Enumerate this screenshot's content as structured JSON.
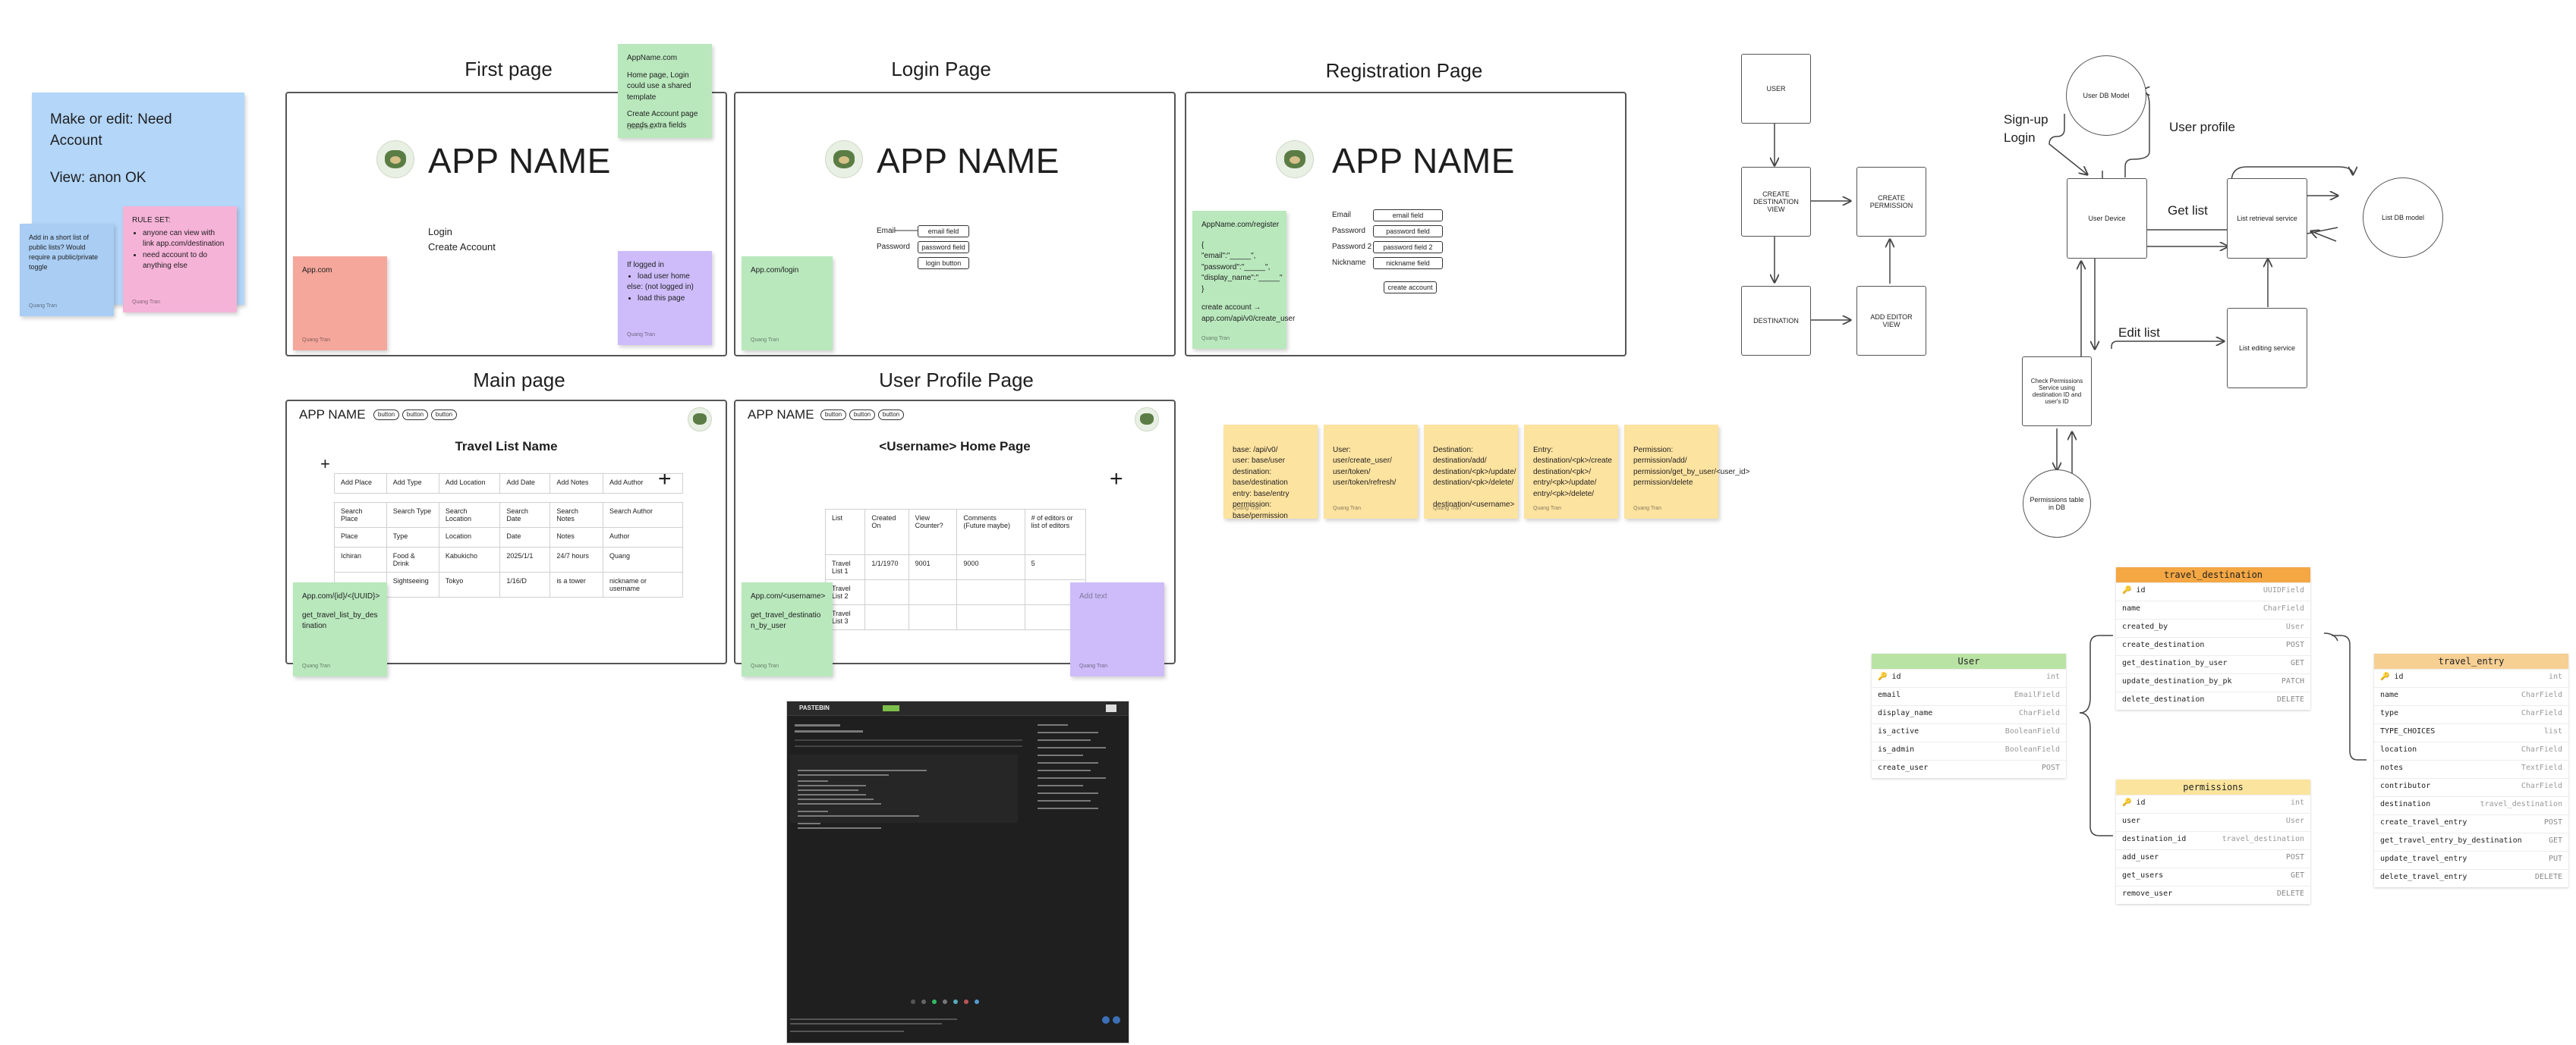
{
  "stickies": {
    "top_left_big": {
      "line1": "Make or edit: Need Account",
      "line2": "View: anon OK"
    },
    "blue_small": {
      "text": "Add in a short list of public lists? Would require a public/private toggle",
      "author": "Quang Tran"
    },
    "pink_rules": {
      "title": "RULE SET:",
      "items": [
        "anyone can view with link app.com/destination",
        "need account to do anything else"
      ],
      "author": "Quang Tran"
    },
    "first_green": {
      "line1": "AppName.com",
      "line2": "Home page, Login could use a shared template",
      "line3": "Create Account page needs extra fields",
      "author": "Quang Tran"
    },
    "first_salmon": {
      "text": "App.com",
      "author": "Quang Tran"
    },
    "first_purple": {
      "title": "If logged in",
      "items": [
        "load user home"
      ],
      "else": "else: (not logged in)",
      "items2": [
        "load this page"
      ],
      "author": "Quang Tran"
    },
    "login_green": {
      "text": "App.com/login",
      "author": "Quang Tran"
    },
    "register_green": {
      "line1": "AppName.com/register",
      "line2": "{",
      "line3": "\"email\":\"_____\",",
      "line4": "\"password\":\"_____\",",
      "line5": "\"display_name\":\"_____\"",
      "line6": "}",
      "line7": "create account → app.com/api/v0/create_user",
      "author": "Quang Tran"
    },
    "main_green": {
      "line1": "App.com/{id}/<{UUID}>",
      "line2": "get_travel_list_by_destination",
      "author": "Quang Tran"
    },
    "profile_green": {
      "line1": "App.com/<username>",
      "line2": "get_travel_destination_by_user",
      "author": "Quang Tran"
    },
    "profile_purple": {
      "text": "Add text",
      "author": "Quang Tran"
    },
    "api": [
      {
        "text": "base: /api/v0/\nuser: base/user\ndestination: base/destination\nentry: base/entry\npermission: base/permission",
        "author": "Quang Tran"
      },
      {
        "text": "User:\nuser/create_user/\nuser/token/\nuser/token/refresh/",
        "author": "Quang Tran"
      },
      {
        "text": "Destination:\ndestination/add/\ndestination/<pk>/update/\ndestination/<pk>/delete/\n\ndestination/<username>",
        "author": "Quang Tran"
      },
      {
        "text": "Entry:\ndestination/<pk>/create\ndestination/<pk>/\nentry/<pk>/update/\nentry/<pk>/delete/",
        "author": "Quang Tran"
      },
      {
        "text": "Permission:\npermission/add/\npermission/get_by_user/<user_id>\npermission/delete",
        "author": "Quang Tran"
      }
    ]
  },
  "frames": {
    "first": {
      "title": "First page",
      "app_name": "APP NAME",
      "login": "Login",
      "create_account": "Create Account"
    },
    "login": {
      "title": "Login Page",
      "app_name": "APP NAME",
      "email_label": "Email",
      "password_label": "Password",
      "email_field": "email field",
      "password_field": "password field",
      "button": "login button"
    },
    "register": {
      "title": "Registration Page",
      "app_name": "APP NAME",
      "labels": [
        "Email",
        "Password",
        "Password 2",
        "Nickname"
      ],
      "fields": [
        "email field",
        "password field",
        "password field 2",
        "nickname field"
      ],
      "button": "create account"
    },
    "main": {
      "title": "Main page",
      "app_name": "APP NAME",
      "pills": [
        "button",
        "button",
        "button"
      ],
      "heading": "Travel List Name",
      "rows": [
        [
          "Add Place",
          "Add Type",
          "Add Location",
          "Add Date",
          "Add Notes",
          "Add Author"
        ],
        [
          "Search Place",
          "Search Type",
          "Search Location",
          "Search Date",
          "Search Notes",
          "Search Author"
        ],
        [
          "Place",
          "Type",
          "Location",
          "Date",
          "Notes",
          "Author"
        ],
        [
          "Ichiran",
          "Food & Drink",
          "Kabukicho",
          "2025/1/1",
          "24/7 hours",
          "Quang"
        ],
        [
          "",
          "Sightseeing",
          "Tokyo",
          "1/16/D",
          "is a tower",
          "nickname or username"
        ]
      ]
    },
    "profile": {
      "title": "User Profile Page",
      "app_name": "APP NAME",
      "pills": [
        "button",
        "button",
        "button"
      ],
      "heading": "<Username> Home Page",
      "rows": [
        [
          "List",
          "Created On",
          "View Counter?",
          "Comments (Future maybe)",
          "# of editors or list of editors"
        ],
        [
          "Travel List 1",
          "1/1/1970",
          "9001",
          "9000",
          "5"
        ],
        [
          "Travel List 2",
          "",
          "",
          "",
          ""
        ],
        [
          "Travel List 3",
          "",
          "",
          "",
          ""
        ]
      ]
    }
  },
  "flow1": {
    "user": "USER",
    "create_destination": "CREATE DESTINATION VIEW",
    "create_permission": "CREATE PERMISSION",
    "destination": "DESTINATION",
    "add_editor": "ADD EDITOR VIEW"
  },
  "flow2": {
    "user_db": "User DB Model",
    "user_device": "User Device",
    "list_retrieval": "List retrieval service",
    "list_db": "List DB model",
    "list_editing": "List editing service",
    "check_permissions": "Check Permissions Service using destination ID and user's ID",
    "permissions_db": "Permissions table in DB",
    "labels": {
      "signup": "Sign-up",
      "login": "Login",
      "user_profile": "User profile",
      "get_list": "Get list",
      "edit_list": "Edit list"
    }
  },
  "er": {
    "user": {
      "title": "User",
      "color": "#b9e3a4",
      "rows": [
        [
          "id",
          "int"
        ],
        [
          "email",
          "EmailField"
        ],
        [
          "display_name",
          "CharField"
        ],
        [
          "is_active",
          "BooleanField"
        ],
        [
          "is_admin",
          "BooleanField"
        ],
        [
          "create_user",
          "POST"
        ]
      ]
    },
    "travel_destination": {
      "title": "travel_destination",
      "color": "#f4a743",
      "rows": [
        [
          "id",
          "UUIDField"
        ],
        [
          "name",
          "CharField"
        ],
        [
          "created_by",
          "User"
        ],
        [
          "create_destination",
          "POST"
        ],
        [
          "get_destination_by_user",
          "GET"
        ],
        [
          "update_destination_by_pk",
          "PATCH"
        ],
        [
          "delete_destination",
          "DELETE"
        ]
      ]
    },
    "permissions": {
      "title": "permissions",
      "color": "#fbe59e",
      "rows": [
        [
          "id",
          "int"
        ],
        [
          "user",
          "User"
        ],
        [
          "destination_id",
          "travel_destination"
        ],
        [
          "add_user",
          "POST"
        ],
        [
          "get_users",
          "GET"
        ],
        [
          "remove_user",
          "DELETE"
        ]
      ]
    },
    "travel_entry": {
      "title": "travel_entry",
      "color": "#f6cf93",
      "rows": [
        [
          "id",
          "int"
        ],
        [
          "name",
          "CharField"
        ],
        [
          "type",
          "CharField"
        ],
        [
          "TYPE_CHOICES",
          "list"
        ],
        [
          "location",
          "CharField"
        ],
        [
          "notes",
          "TextField"
        ],
        [
          "contributor",
          "CharField"
        ],
        [
          "destination",
          "travel_destination"
        ],
        [
          "create_travel_entry",
          "POST"
        ],
        [
          "get_travel_entry_by_destination",
          "GET"
        ],
        [
          "update_travel_entry",
          "PUT"
        ],
        [
          "delete_travel_entry",
          "DELETE"
        ]
      ]
    }
  },
  "pastebin": {
    "brand": "PASTEBIN"
  }
}
